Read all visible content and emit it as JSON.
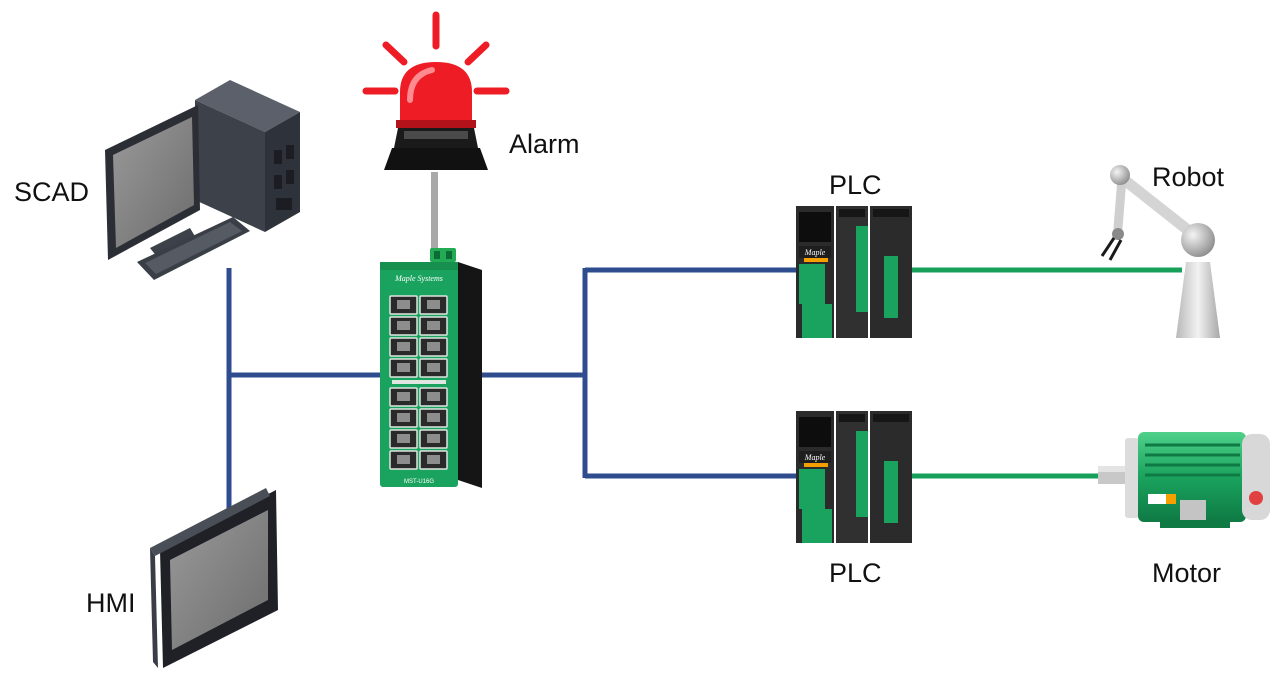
{
  "labels": {
    "scad": "SCAD",
    "hmi": "HMI",
    "alarm": "Alarm",
    "plc_top": "PLC",
    "plc_bottom": "PLC",
    "robot": "Robot",
    "motor": "Motor"
  },
  "switch": {
    "brand": "Maple Systems",
    "model": "MST-U16G"
  },
  "plc": {
    "brand": "Maple"
  },
  "colors": {
    "ethernet_line": "#2E4C8E",
    "fieldbus_line": "#16A05A",
    "alarm_red": "#EE1C25",
    "switch_green": "#1AA35E"
  },
  "icons": [
    "desktop-computer-icon",
    "hmi-panel-icon",
    "alarm-beacon-icon",
    "ethernet-switch-icon",
    "plc-icon",
    "robot-arm-icon",
    "motor-icon"
  ]
}
